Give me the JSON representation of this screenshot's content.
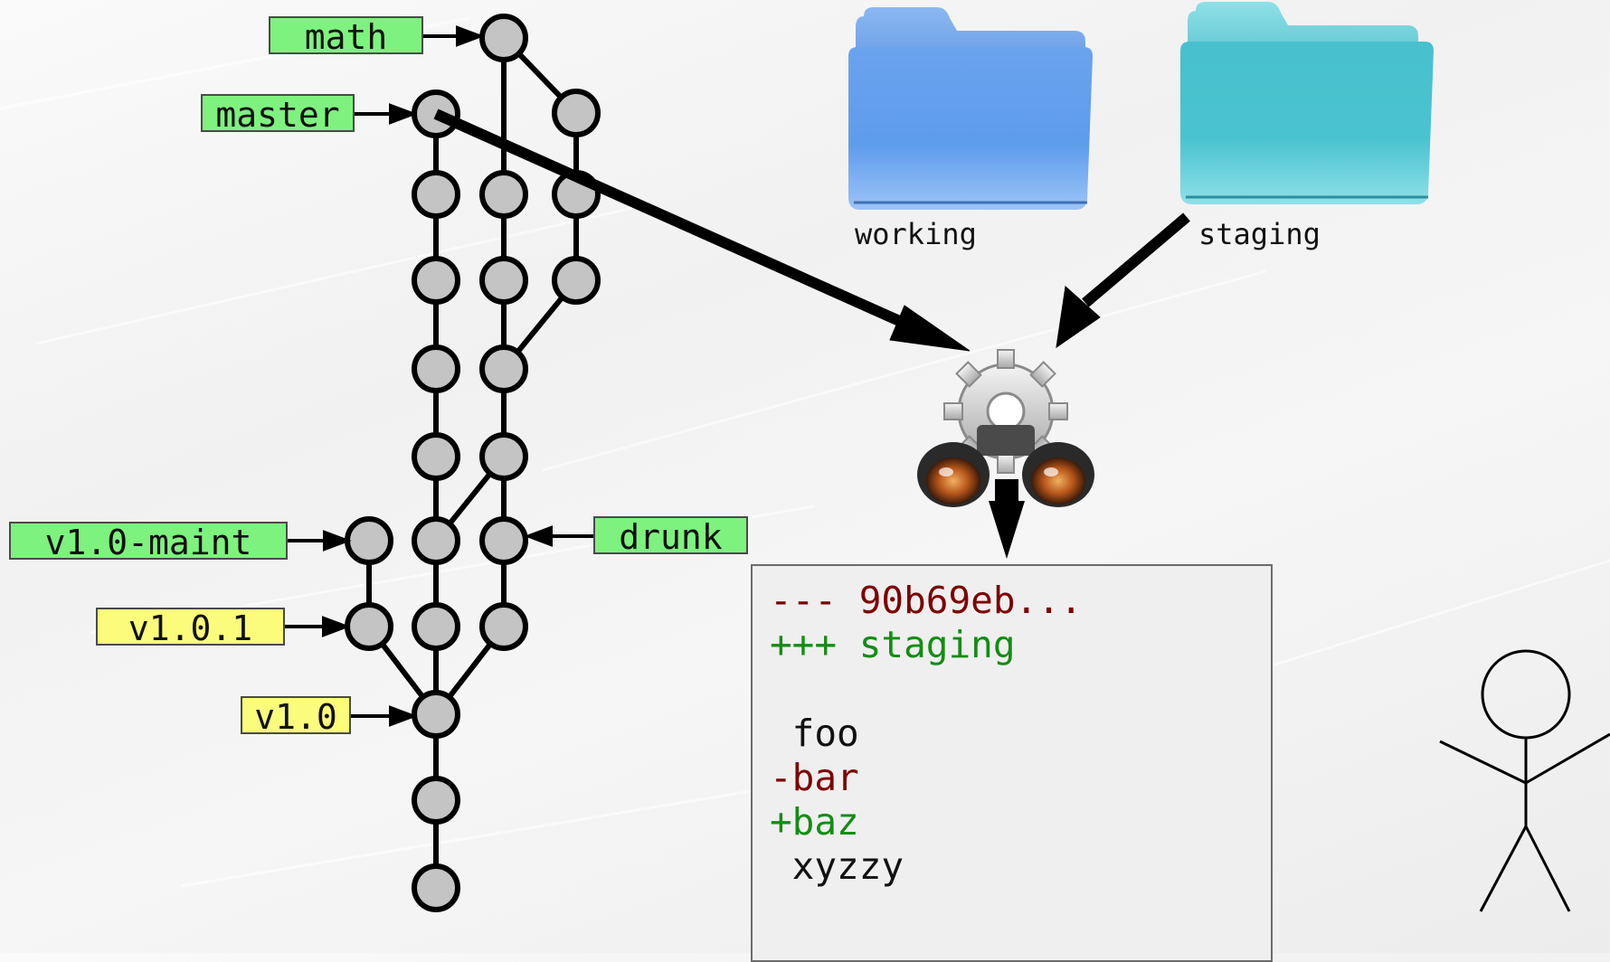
{
  "branches": {
    "math": "math",
    "master": "master",
    "v1_0_maint": "v1.0-maint",
    "drunk": "drunk"
  },
  "tags": {
    "v1_0_1": "v1.0.1",
    "v1_0": "v1.0"
  },
  "folders": {
    "working": "working",
    "staging": "staging"
  },
  "diff": {
    "lines": [
      {
        "kind": "del",
        "text": "--- 90b69eb..."
      },
      {
        "kind": "add",
        "text": "+++ staging"
      },
      {
        "kind": "ctx",
        "text": ""
      },
      {
        "kind": "ctx",
        "text": " foo"
      },
      {
        "kind": "del",
        "text": "-bar"
      },
      {
        "kind": "add",
        "text": "+baz"
      },
      {
        "kind": "ctx",
        "text": " xyzzy"
      }
    ]
  },
  "colors": {
    "branch_label": "#7ef27e",
    "tag_label": "#fbfb7c",
    "commit_node": "#c4c4c4",
    "diff_removed": "#7d0000",
    "diff_added": "#138d13",
    "working_folder": "#5c97e8",
    "staging_folder": "#48c4d2"
  },
  "icons": {
    "diff_tool": "binoculars-gear-icon",
    "folder": "folder-icon",
    "user": "stick-figure-icon"
  }
}
